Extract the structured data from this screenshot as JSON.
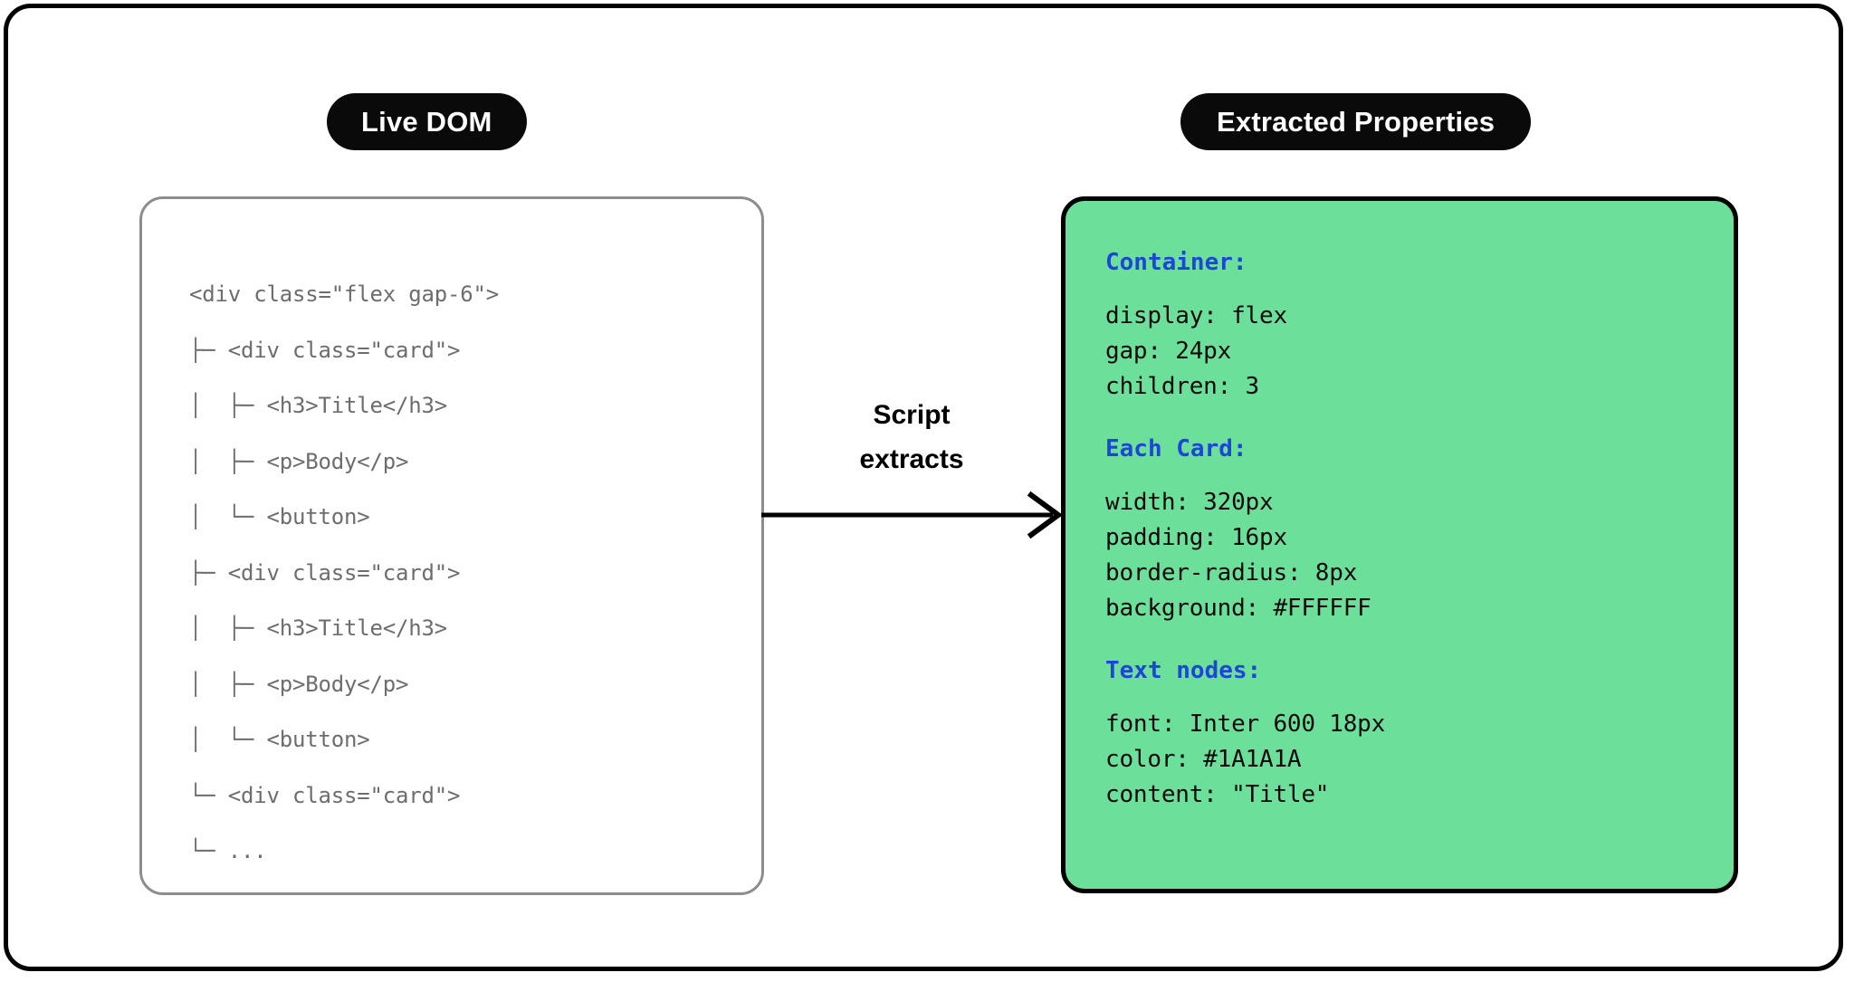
{
  "frame": {
    "background": "#FFFFFF",
    "border_color": "#000000"
  },
  "left": {
    "pill_label": "Live DOM",
    "panel_border_color": "#8D8D8D",
    "tree_text_color": "#6D6D6D",
    "tree": "<div class=\"flex gap-6\">\n├─ <div class=\"card\">\n│  ├─ <h3>Title</h3>\n│  ├─ <p>Body</p>\n│  └─ <button>\n├─ <div class=\"card\">\n│  ├─ <h3>Title</h3>\n│  ├─ <p>Body</p>\n│  └─ <button>\n└─ <div class=\"card\">\n└─ ..."
  },
  "arrow": {
    "label_line1": "Script",
    "label_line2": "extracts",
    "color": "#000000"
  },
  "right": {
    "pill_label": "Extracted Properties",
    "panel_background": "#6CE09B",
    "panel_border_color": "#000000",
    "heading_color": "#1D46D6",
    "value_color": "#0A0A0A",
    "sections": [
      {
        "heading": "Container:",
        "lines": [
          "display: flex",
          "gap: 24px",
          "children: 3"
        ]
      },
      {
        "heading": "Each Card:",
        "lines": [
          "width: 320px",
          "padding: 16px",
          "border-radius: 8px",
          "background: #FFFFFF"
        ]
      },
      {
        "heading": "Text nodes:",
        "lines": [
          "font: Inter 600 18px",
          "color: #1A1A1A",
          "content: \"Title\""
        ]
      }
    ]
  }
}
